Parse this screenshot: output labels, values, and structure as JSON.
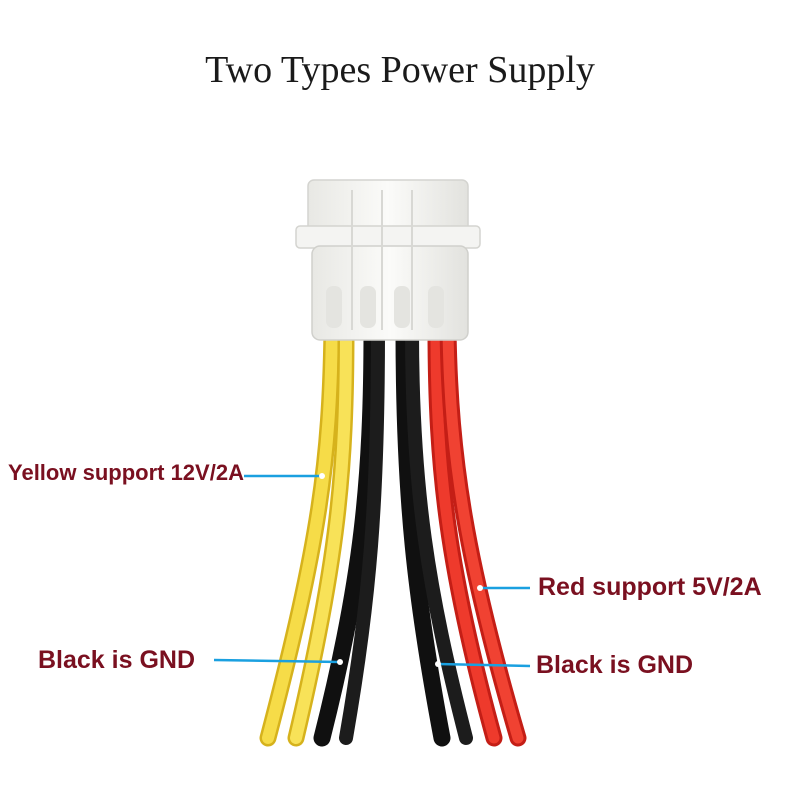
{
  "title": "Two Types Power Supply",
  "labels": {
    "yellow": "Yellow support 12V/2A",
    "red": "Red support 5V/2A",
    "black_left": "Black is GND",
    "black_right": "Black is GND"
  },
  "colors": {
    "yellow_wire": "#f2d23a",
    "black_wire": "#151515",
    "red_wire": "#e0281e",
    "connector": "#f2f2f0",
    "leader_line": "#1aa0e0",
    "label_text": "#7a1020"
  }
}
